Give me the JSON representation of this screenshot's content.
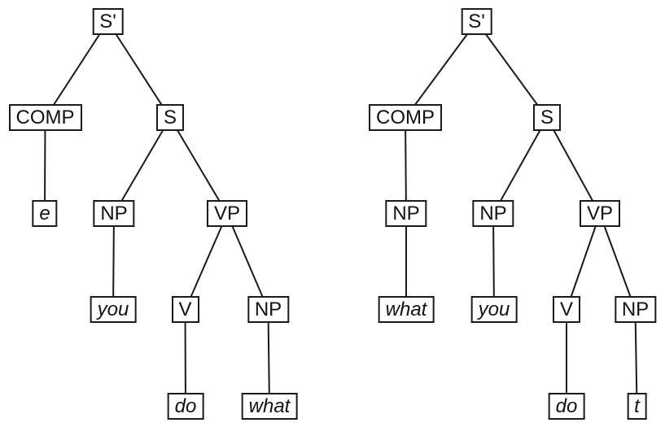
{
  "figure": {
    "type": "syntax-tree-diagram",
    "tree_count": 2,
    "line_color": "#1a1a1a",
    "background_color": "#ffffff"
  },
  "trees": [
    {
      "id": "left",
      "nodes": [
        {
          "id": "s-bar",
          "label": "S'",
          "terminal": false
        },
        {
          "id": "comp",
          "label": "COMP",
          "terminal": false
        },
        {
          "id": "s",
          "label": "S",
          "terminal": false
        },
        {
          "id": "e",
          "label": "e",
          "terminal": true
        },
        {
          "id": "np-subject",
          "label": "NP",
          "terminal": false
        },
        {
          "id": "vp",
          "label": "VP",
          "terminal": false
        },
        {
          "id": "you",
          "label": "you",
          "terminal": true
        },
        {
          "id": "v",
          "label": "V",
          "terminal": false
        },
        {
          "id": "np-object",
          "label": "NP",
          "terminal": false
        },
        {
          "id": "do",
          "label": "do",
          "terminal": true
        },
        {
          "id": "what",
          "label": "what",
          "terminal": true
        }
      ],
      "edges": [
        [
          "s-bar",
          "comp"
        ],
        [
          "s-bar",
          "s"
        ],
        [
          "comp",
          "e"
        ],
        [
          "s",
          "np-subject"
        ],
        [
          "s",
          "vp"
        ],
        [
          "np-subject",
          "you"
        ],
        [
          "vp",
          "v"
        ],
        [
          "vp",
          "np-object"
        ],
        [
          "v",
          "do"
        ],
        [
          "np-object",
          "what"
        ]
      ]
    },
    {
      "id": "right",
      "nodes": [
        {
          "id": "s-bar",
          "label": "S'",
          "terminal": false
        },
        {
          "id": "comp",
          "label": "COMP",
          "terminal": false
        },
        {
          "id": "s",
          "label": "S",
          "terminal": false
        },
        {
          "id": "np-comp",
          "label": "NP",
          "terminal": false
        },
        {
          "id": "np-subject",
          "label": "NP",
          "terminal": false
        },
        {
          "id": "vp",
          "label": "VP",
          "terminal": false
        },
        {
          "id": "what",
          "label": "what",
          "terminal": true
        },
        {
          "id": "you",
          "label": "you",
          "terminal": true
        },
        {
          "id": "v",
          "label": "V",
          "terminal": false
        },
        {
          "id": "np-object",
          "label": "NP",
          "terminal": false
        },
        {
          "id": "do",
          "label": "do",
          "terminal": true
        },
        {
          "id": "t",
          "label": "t",
          "terminal": true
        }
      ],
      "edges": [
        [
          "s-bar",
          "comp"
        ],
        [
          "s-bar",
          "s"
        ],
        [
          "comp",
          "np-comp"
        ],
        [
          "s",
          "np-subject"
        ],
        [
          "s",
          "vp"
        ],
        [
          "np-comp",
          "what"
        ],
        [
          "np-subject",
          "you"
        ],
        [
          "vp",
          "v"
        ],
        [
          "vp",
          "np-object"
        ],
        [
          "v",
          "do"
        ],
        [
          "np-object",
          "t"
        ]
      ]
    }
  ]
}
